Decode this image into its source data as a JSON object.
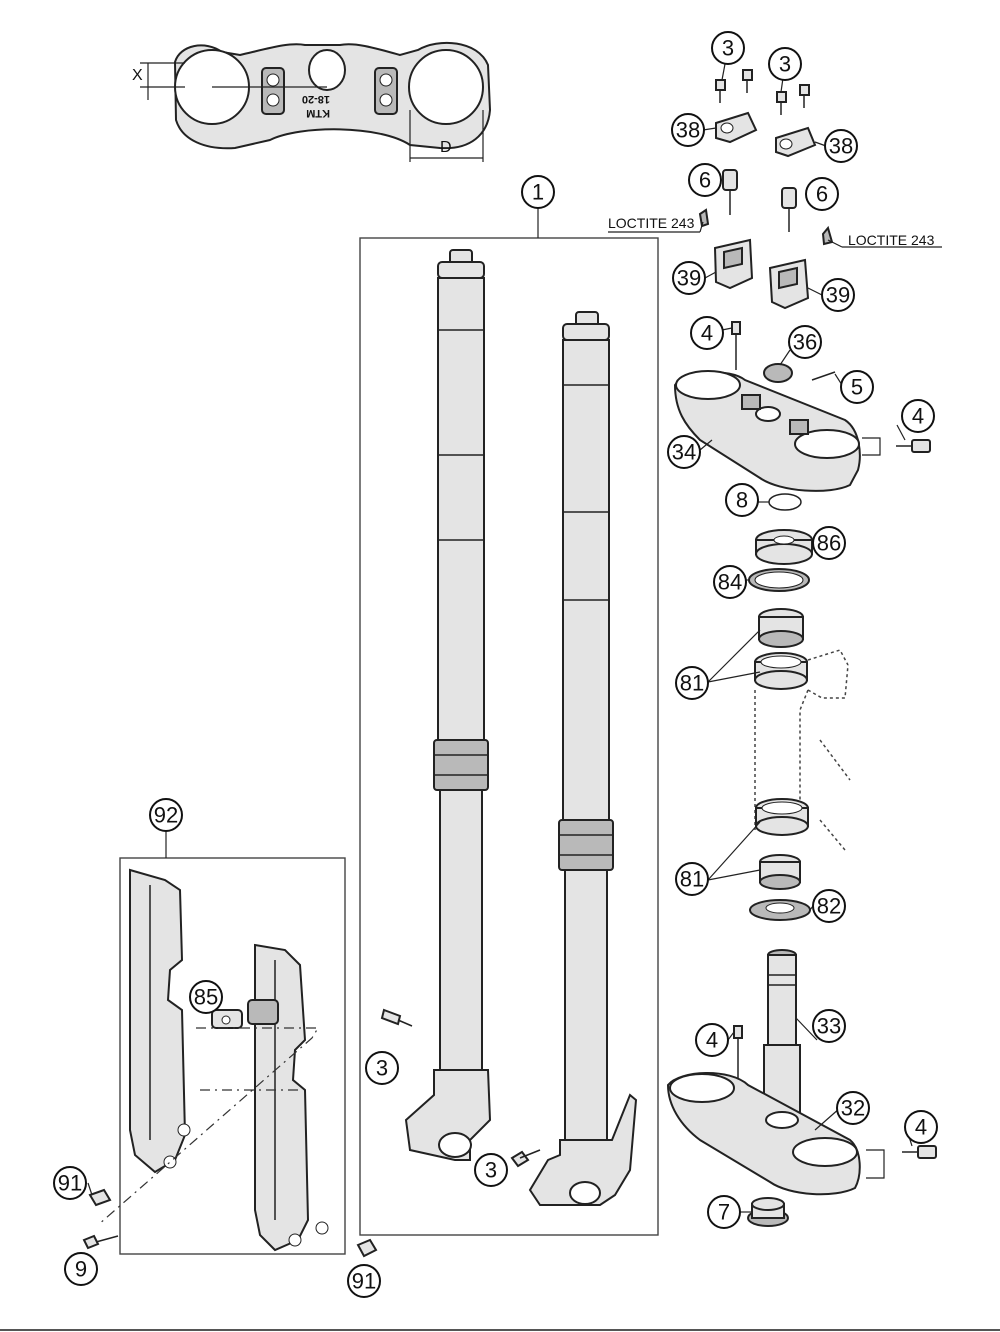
{
  "callouts": [
    {
      "id": "c-1",
      "label": "1"
    },
    {
      "id": "c-3a",
      "label": "3"
    },
    {
      "id": "c-3b",
      "label": "3"
    },
    {
      "id": "c-3c",
      "label": "3"
    },
    {
      "id": "c-3d",
      "label": "3"
    },
    {
      "id": "c-38a",
      "label": "38"
    },
    {
      "id": "c-38b",
      "label": "38"
    },
    {
      "id": "c-6a",
      "label": "6"
    },
    {
      "id": "c-6b",
      "label": "6"
    },
    {
      "id": "c-39a",
      "label": "39"
    },
    {
      "id": "c-39b",
      "label": "39"
    },
    {
      "id": "c-4a",
      "label": "4"
    },
    {
      "id": "c-4b",
      "label": "4"
    },
    {
      "id": "c-4c",
      "label": "4"
    },
    {
      "id": "c-4d",
      "label": "4"
    },
    {
      "id": "c-36",
      "label": "36"
    },
    {
      "id": "c-5",
      "label": "5"
    },
    {
      "id": "c-34",
      "label": "34"
    },
    {
      "id": "c-8",
      "label": "8"
    },
    {
      "id": "c-86",
      "label": "86"
    },
    {
      "id": "c-84",
      "label": "84"
    },
    {
      "id": "c-81a",
      "label": "81"
    },
    {
      "id": "c-81b",
      "label": "81"
    },
    {
      "id": "c-82",
      "label": "82"
    },
    {
      "id": "c-33",
      "label": "33"
    },
    {
      "id": "c-32",
      "label": "32"
    },
    {
      "id": "c-7",
      "label": "7"
    },
    {
      "id": "c-92",
      "label": "92"
    },
    {
      "id": "c-85",
      "label": "85"
    },
    {
      "id": "c-91a",
      "label": "91"
    },
    {
      "id": "c-91b",
      "label": "91"
    },
    {
      "id": "c-9",
      "label": "9"
    }
  ],
  "notes": {
    "loctite_left": "LOCTITE 243",
    "loctite_right": "LOCTITE 243"
  },
  "dimensions": {
    "x_label": "X",
    "d_label": "D"
  },
  "clamp_marking": {
    "code": "18-20",
    "logo": "KTM"
  }
}
